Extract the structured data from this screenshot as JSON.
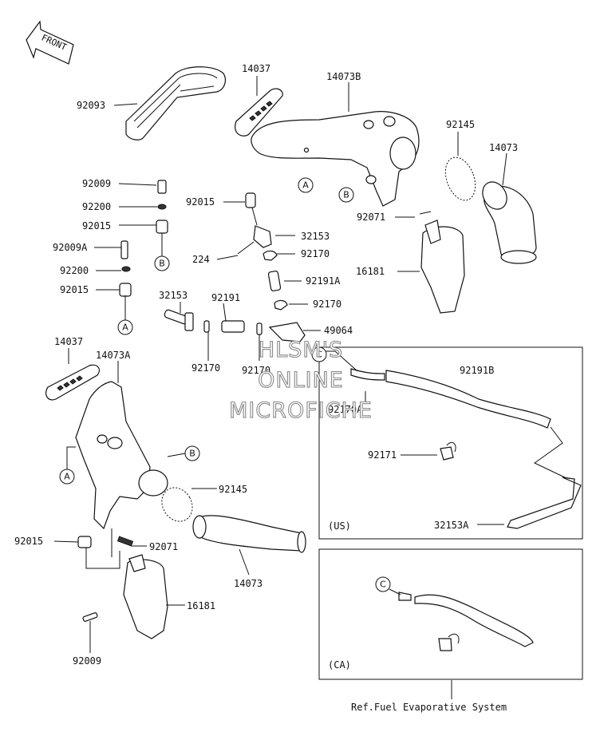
{
  "front_label": "FRONT",
  "refs": {
    "A": "A",
    "B": "B",
    "C": "C"
  },
  "labels": {
    "p92093": "92093",
    "p14037_top": "14037",
    "p14073B": "14073B",
    "p92145_top": "92145",
    "p14073_top": "14073",
    "p92009_1": "92009",
    "p92200_1": "92200",
    "p92015_1": "92015",
    "p92009A": "92009A",
    "p92200_2": "92200",
    "p92015_2": "92015",
    "p92015_3": "92015",
    "p32153_1": "32153",
    "p224": "224",
    "p92170_1": "92170",
    "p92191A": "92191A",
    "p92170_2": "92170",
    "p92071_top": "92071",
    "p16181_top": "16181",
    "p32153_2": "32153",
    "p92191": "92191",
    "p49064": "49064",
    "p92170_3": "92170",
    "p92170_4": "92170",
    "p92170A": "92170A",
    "p14037_left": "14037",
    "p14073A": "14073A",
    "p92191B": "92191B",
    "p92171": "92171",
    "p32153A": "32153A",
    "p92145_bot": "92145",
    "p92015_4": "92015",
    "p92071_bot": "92071",
    "p14073_bot": "14073",
    "p16181_bot": "16181",
    "p92009_bot": "92009"
  },
  "boxes": {
    "us": "(US)",
    "ca": "(CA)"
  },
  "reference_note": "Ref.Fuel Evaporative System",
  "watermark": [
    "HLSM'S",
    "ONLINE",
    "MICROFICHE"
  ]
}
